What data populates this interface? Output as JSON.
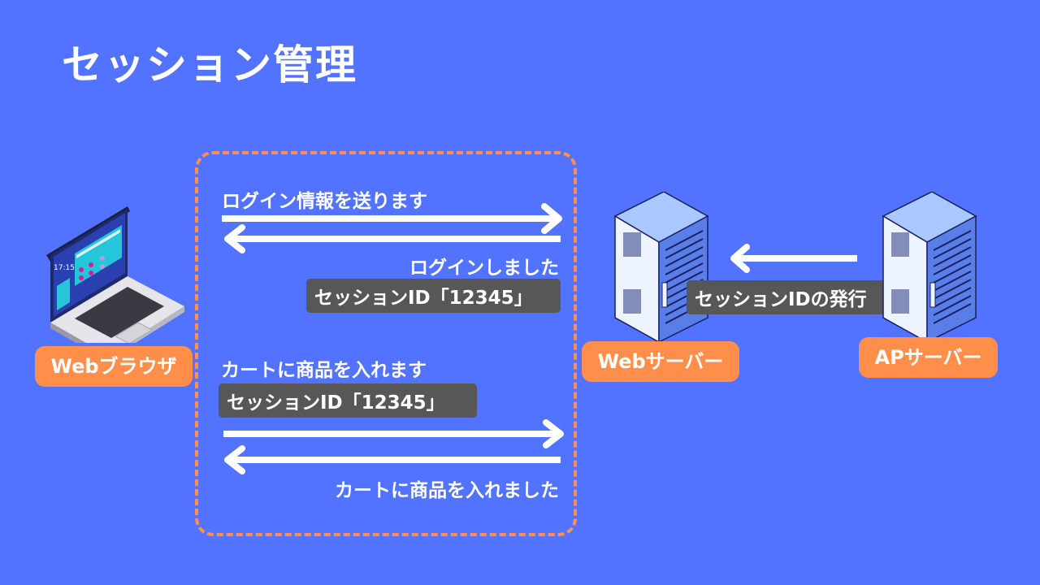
{
  "title": "セッション管理",
  "nodes": {
    "browser": {
      "label": "Webブラウザ",
      "icon": "laptop-icon"
    },
    "web_server": {
      "label": "Webサーバー",
      "icon": "server-rack-icon"
    },
    "ap_server": {
      "label": "APサーバー",
      "icon": "server-rack-icon"
    }
  },
  "flow1": {
    "request": "ログイン情報を送ります",
    "response": "ログインしました",
    "session_tag": "セッションID「12345」"
  },
  "flow2": {
    "request": "カートに商品を入れます",
    "session_tag": "セッションID「12345」",
    "response": "カートに商品を入れました"
  },
  "issue": {
    "label": "セッションIDの発行"
  },
  "colors": {
    "background": "#5273FF",
    "accent": "#FF8E4A",
    "tag": "#575757"
  }
}
